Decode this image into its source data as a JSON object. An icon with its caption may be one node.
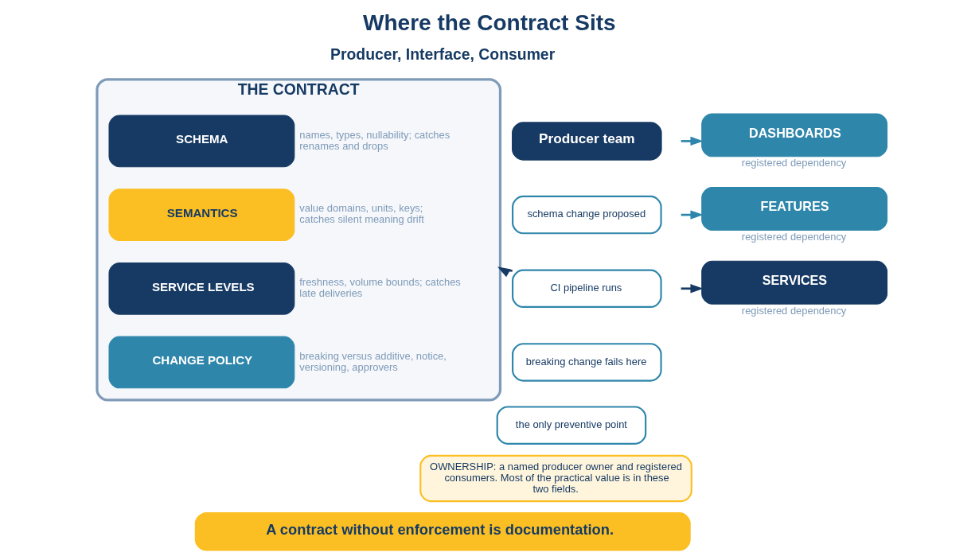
{
  "diagram": {
    "title": "Where the Contract Sits",
    "nodes": [
      {
        "text": [
          "Producer team"
        ]
      },
      {
        "text": [
          "schema change proposed"
        ]
      },
      {
        "text": [
          "CI pipeline runs"
        ]
      },
      {
        "text": [
          "breaking change fails here"
        ]
      },
      {
        "text": [
          "the only preventive point"
        ]
      },
      {
        "text": [
          "THE CONTRACT"
        ]
      },
      {
        "text": [
          "SCHEMA"
        ],
        "in": 5,
        "beside": [
          "names, types, nullability; catches renames and drops"
        ]
      },
      {
        "text": [
          "SEMANTICS"
        ],
        "in": 5,
        "beside": [
          "value domains, units, keys; catches silent meaning drift"
        ]
      },
      {
        "text": [
          "SERVICE LEVELS"
        ],
        "in": 5,
        "beside": [
          "freshness, volume bounds; catches late deliveries"
        ]
      },
      {
        "text": [
          "CHANGE POLICY"
        ],
        "in": 5,
        "beside": [
          "breaking versus additive, notice, versioning, approvers"
        ]
      },
      {
        "text": [
          "OWNERSHIP: a named producer owner and registered consumers. Most of the practical value is in these two fields."
        ]
      },
      {
        "text": [
          "DASHBOARDS"
        ],
        "beside": [
          "registered dependency"
        ]
      },
      {
        "text": [
          "FEATURES"
        ],
        "beside": [
          "registered dependency"
        ]
      },
      {
        "text": [
          "SERVICES"
        ],
        "beside": [
          "registered dependency"
        ]
      },
      {
        "text": [
          "A contract without enforcement is documentation."
        ]
      }
    ],
    "edges": [
      {
        "from": 2,
        "to": 5,
        "arrow": "to",
        "color": "#163a63"
      },
      {
        "from": null,
        "to": 11,
        "arrow": "to",
        "color": "#2e86ab"
      },
      {
        "from": null,
        "to": 12,
        "arrow": "to",
        "color": "#2e86ab"
      },
      {
        "from": null,
        "to": 13,
        "arrow": "to",
        "color": "#163a63"
      }
    ],
    "labels": [
      "Producer, Interface, Consumer"
    ]
  }
}
